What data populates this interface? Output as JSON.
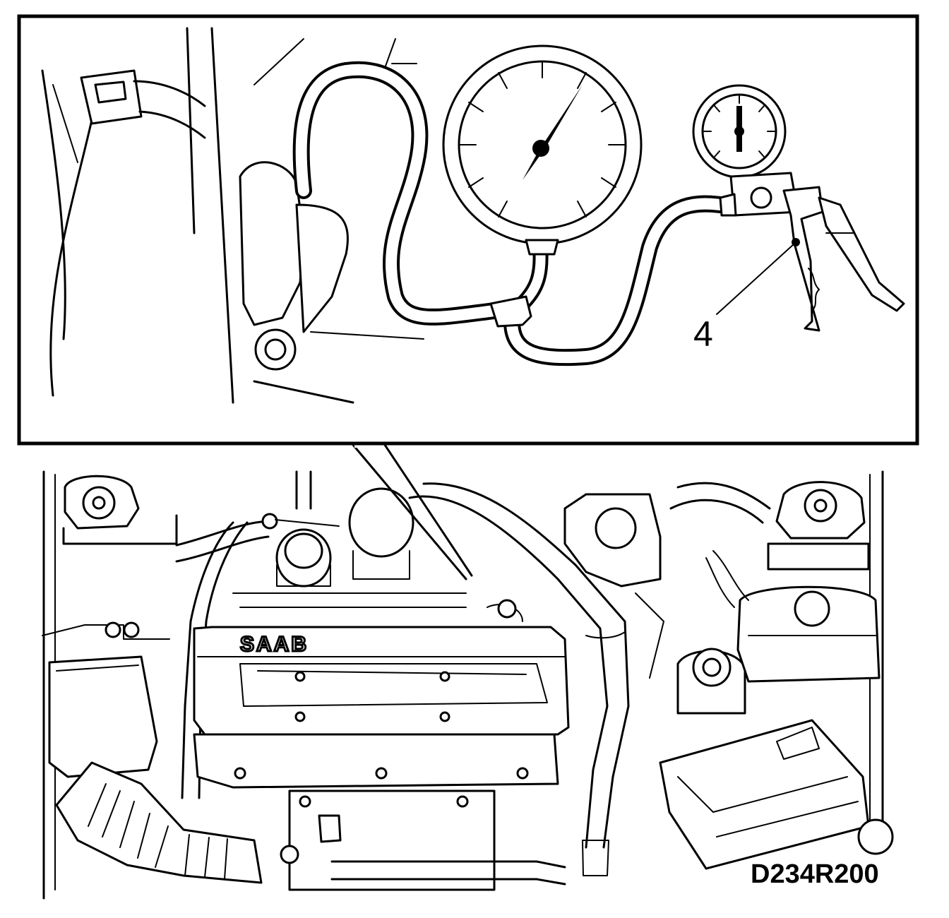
{
  "callouts": [
    {
      "number": "4",
      "target": "vacuum-pump"
    }
  ],
  "drawing_code": "D234R200",
  "engine_logo": "SAAB",
  "icons": {
    "inset_frame": "detail-view-frame",
    "gauge_large": "pressure-gauge-icon",
    "gauge_small": "vacuum-pump-gauge-icon",
    "pump": "hand-vacuum-pump-icon"
  },
  "colors": {
    "line": "#000000",
    "background": "#ffffff"
  }
}
